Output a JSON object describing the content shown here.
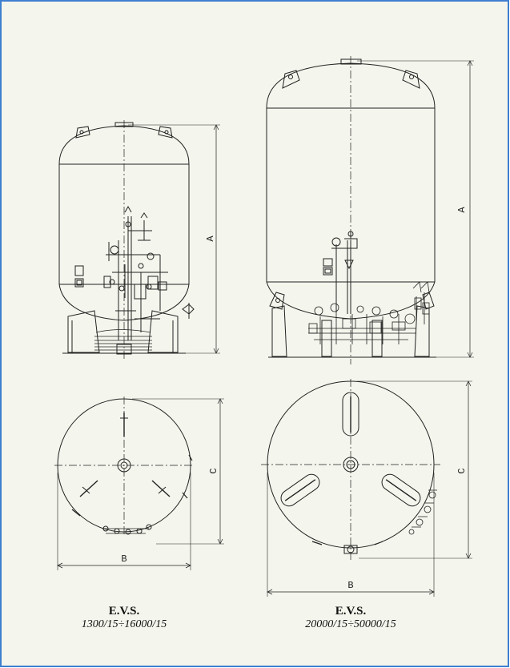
{
  "dimension_labels": {
    "height": "A",
    "width": "B",
    "depth": "C"
  },
  "models": [
    {
      "title": "E.V.S.",
      "range": "1300/15÷16000/15"
    },
    {
      "title": "E.V.S.",
      "range": "20000/15÷50000/15"
    }
  ],
  "colors": {
    "frame_border": "#3f7fd0",
    "background": "#f4f5ec",
    "line": "#222222"
  }
}
